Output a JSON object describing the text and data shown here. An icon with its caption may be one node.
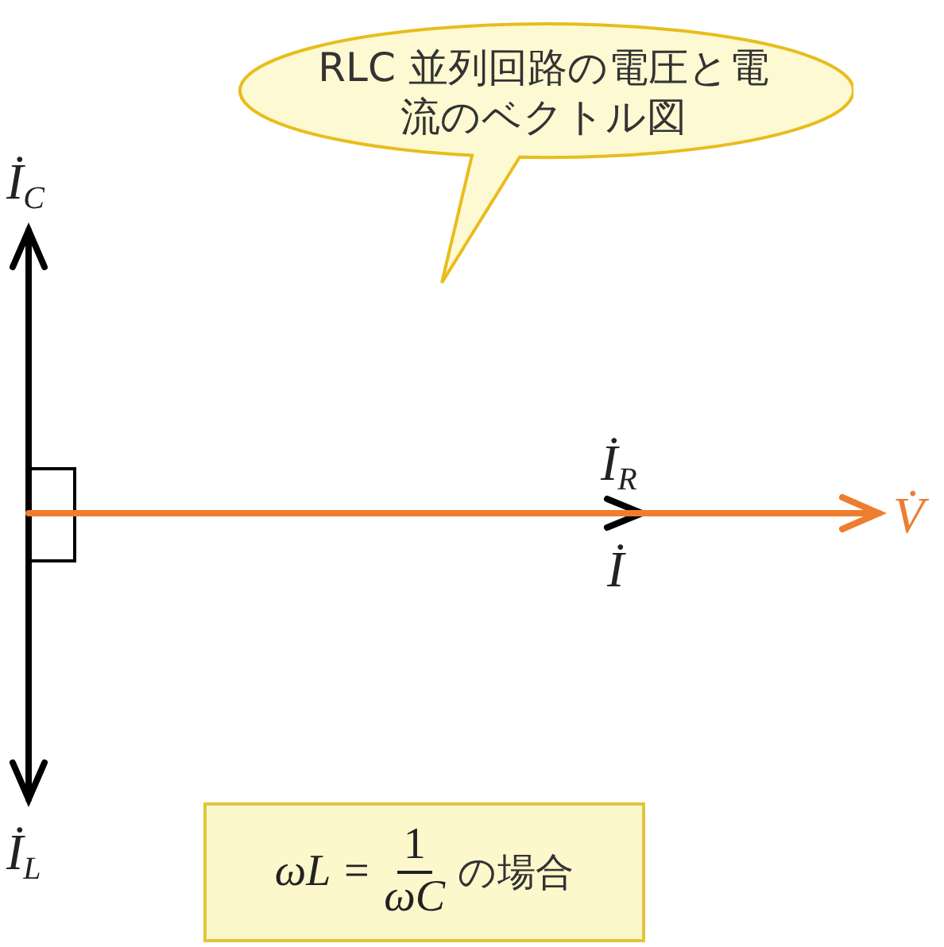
{
  "diagram": {
    "nodes": [
      {
        "text": [
          "RLC 並列回路の電圧と電流のベクトル図"
        ]
      },
      {
        "text": [
          "ωL =",
          "1",
          "ωC",
          "の場合"
        ]
      }
    ],
    "labels": [
      "İ$_{C}$",
      "İ$_{R}$",
      "V̇",
      "İ",
      "İ$_{L}$"
    ]
  }
}
